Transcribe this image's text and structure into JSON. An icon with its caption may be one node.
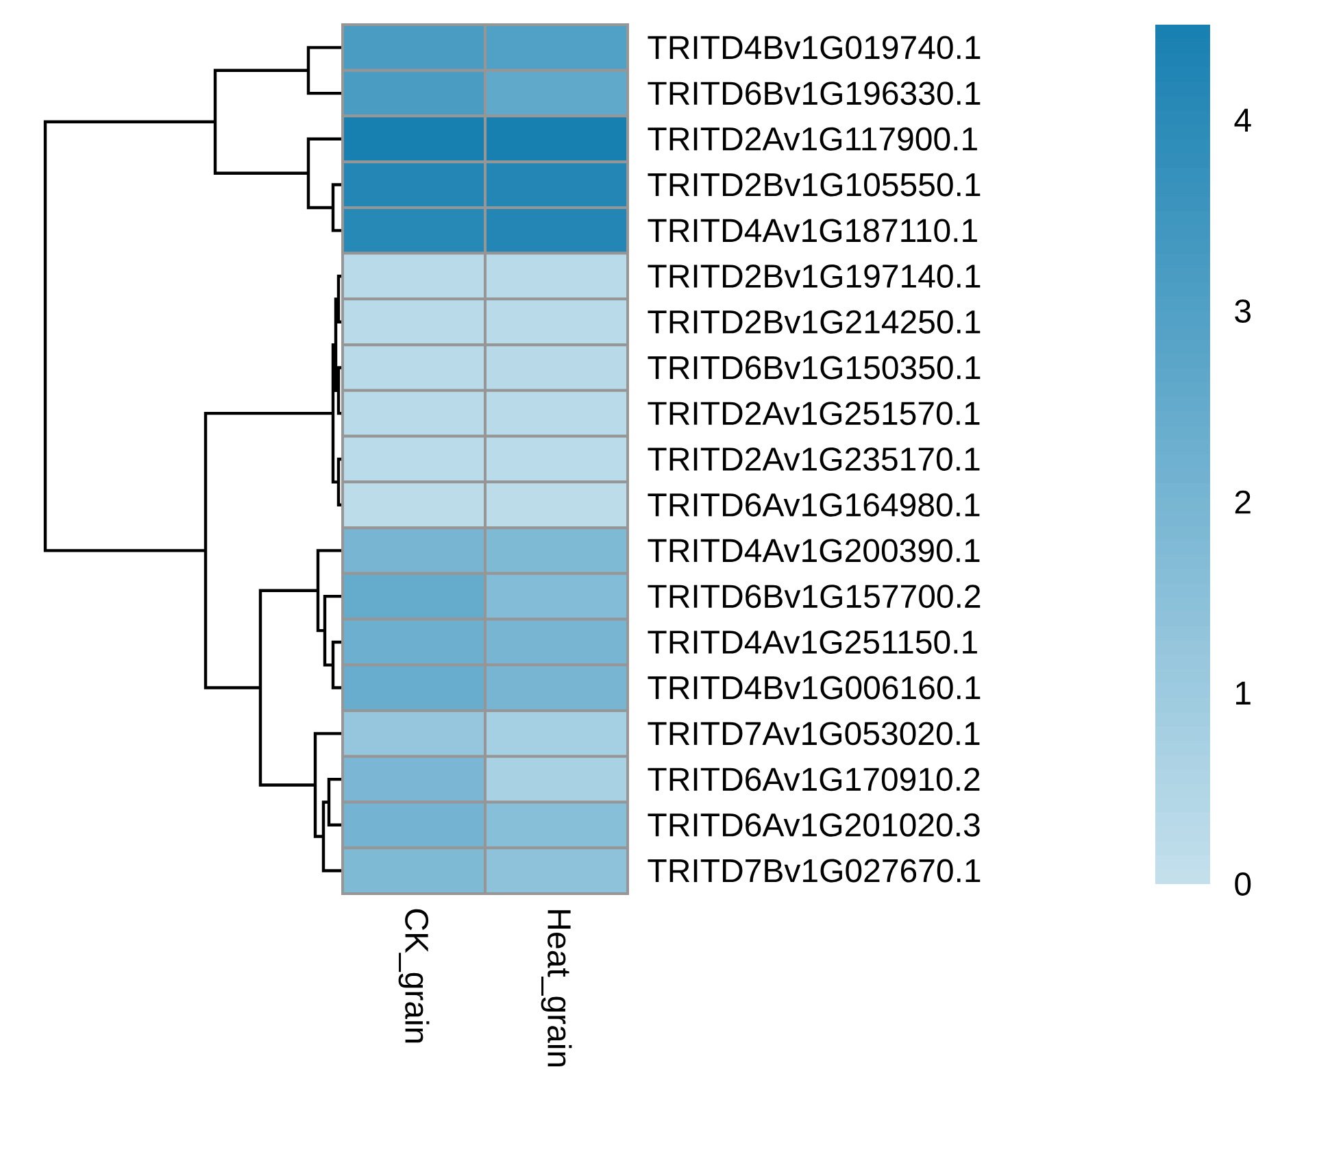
{
  "diagram": {
    "labels": [
      "TRITD4Bv1G019740.1",
      "TRITD6Bv1G196330.1",
      "TRITD2Av1G117900.1",
      "TRITD2Bv1G105550.1",
      "TRITD4Av1G187110.1",
      "TRITD2Bv1G197140.1",
      "TRITD2Bv1G214250.1",
      "TRITD6Bv1G150350.1",
      "TRITD2Av1G251570.1",
      "TRITD2Av1G235170.1",
      "TRITD6Av1G164980.1",
      "TRITD4Av1G200390.1",
      "TRITD6Bv1G157700.2",
      "TRITD4Av1G251150.1",
      "TRITD4Bv1G006160.1",
      "TRITD7Av1G053020.1",
      "TRITD6Av1G170910.2",
      "TRITD6Av1G201020.3",
      "TRITD7Bv1G027670.1",
      "CK_grain",
      "Heat_grain",
      "4",
      "3",
      "2",
      "1",
      "0"
    ]
  }
}
